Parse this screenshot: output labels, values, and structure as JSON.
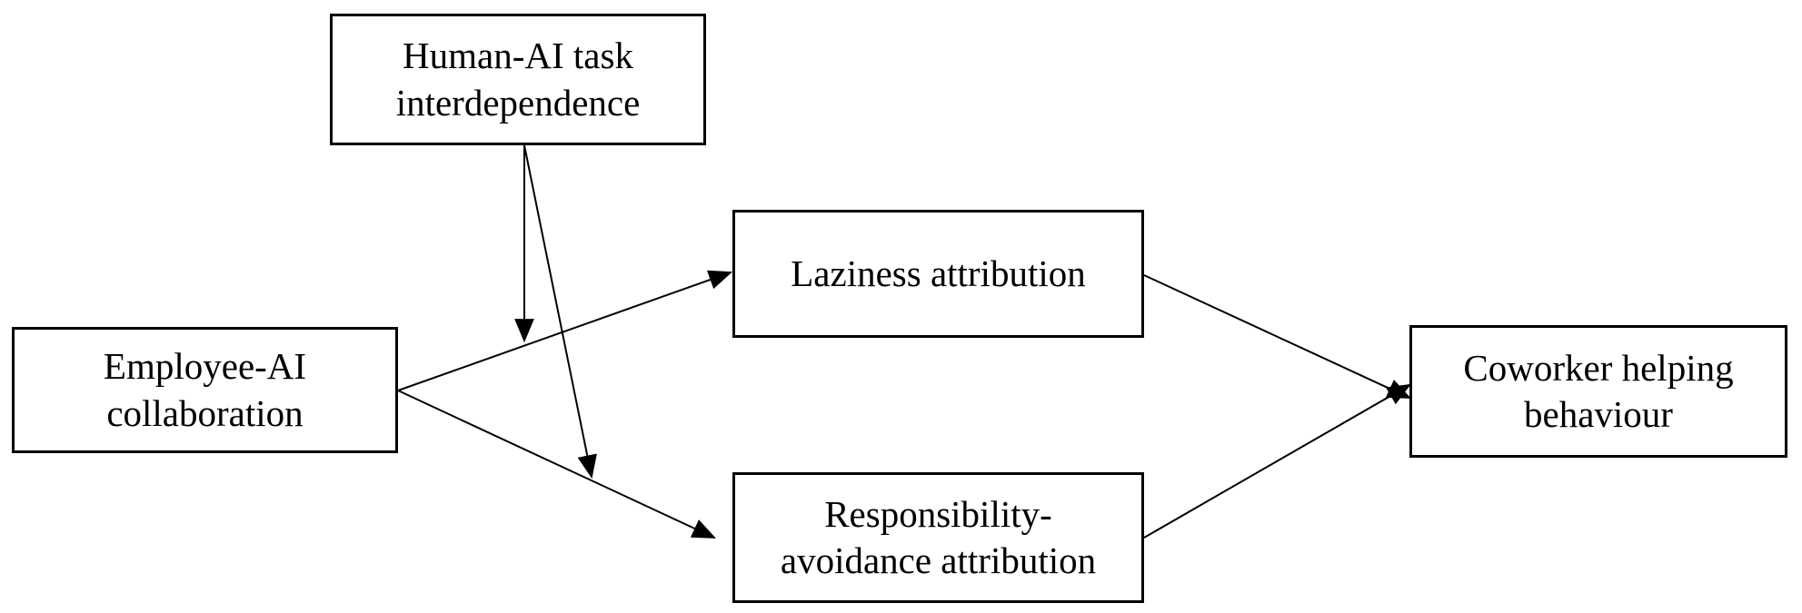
{
  "nodes": {
    "moderator": {
      "line1": "Human-AI task",
      "line2": "interdependence"
    },
    "predictor": {
      "line1": "Employee-AI",
      "line2": "collaboration"
    },
    "laziness": {
      "line1": "Laziness attribution"
    },
    "responsibility": {
      "line1": "Responsibility-",
      "line2": "avoidance attribution"
    },
    "outcome": {
      "line1": "Coworker helping",
      "line2": "behaviour"
    }
  },
  "colors": {
    "line": "#000000",
    "box_border": "#000000",
    "text": "#000000",
    "background": "#ffffff"
  }
}
